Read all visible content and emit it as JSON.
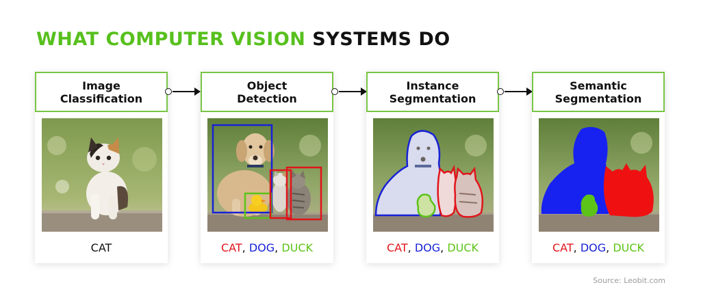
{
  "title": {
    "part1": "WHAT COMPUTER VISION",
    "part2": "SYSTEMS DO"
  },
  "colors": {
    "accent_green": "#57c01d",
    "frame_green": "#78c545",
    "red": "#e0151b",
    "blue": "#1722d6",
    "duck_green": "#5cc318"
  },
  "steps": [
    {
      "title": "Image\nClassification",
      "caption": "CAT"
    },
    {
      "title": "Object\nDetection",
      "labels": {
        "cat": "CAT",
        "dog": "DOG",
        "duck": "DUCK",
        "sep": ","
      }
    },
    {
      "title": "Instance\nSegmentation",
      "labels": {
        "cat": "CAT",
        "dog": "DOG",
        "duck": "DUCK",
        "sep": ","
      }
    },
    {
      "title": "Semantic\nSegmentation",
      "labels": {
        "cat": "CAT",
        "dog": "DOG",
        "duck": "DUCK",
        "sep": ","
      }
    }
  ],
  "source": "Source: Leobit.com"
}
